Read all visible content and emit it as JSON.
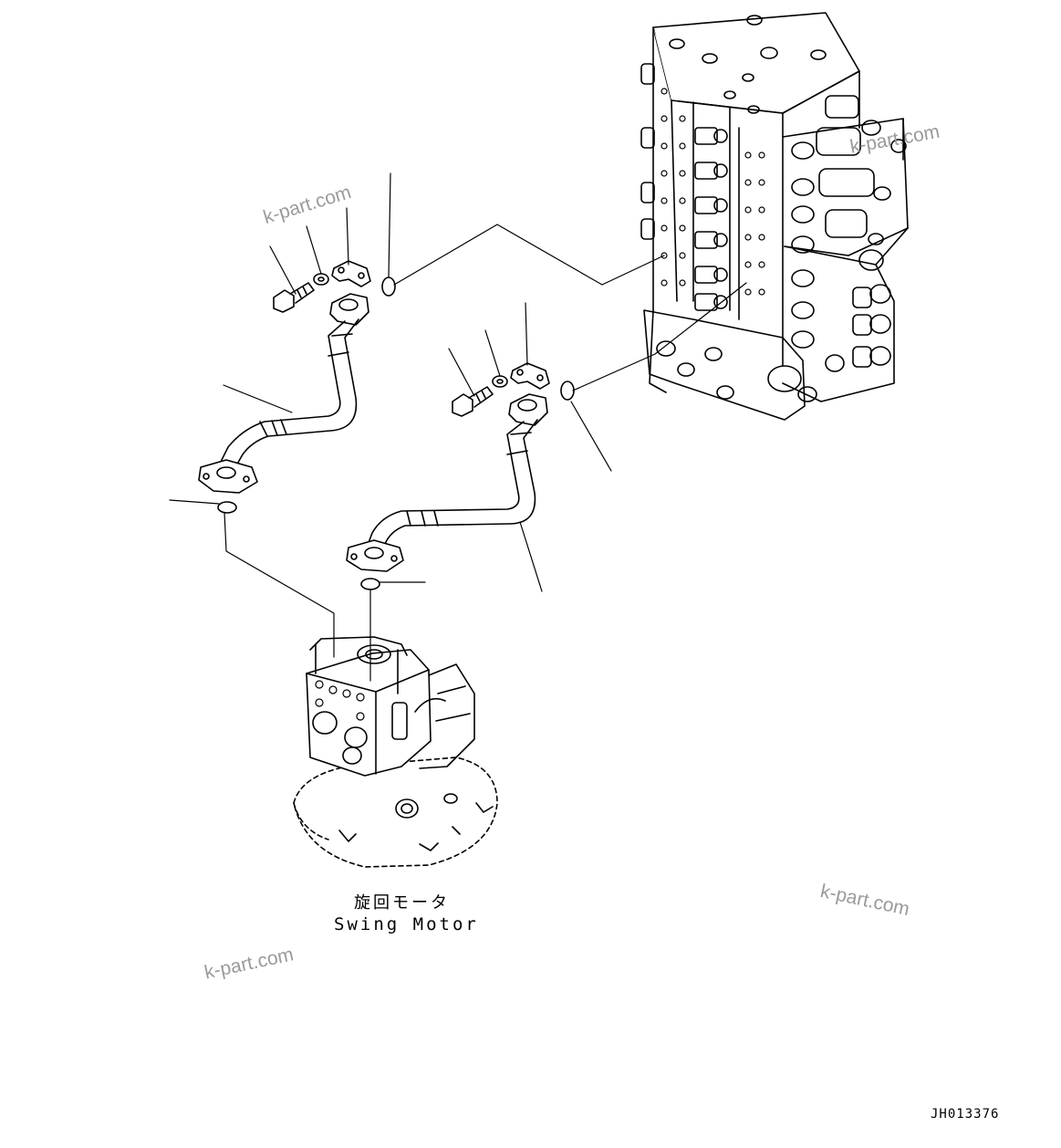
{
  "diagram": {
    "caption_jp": "旋回モータ",
    "caption_en": "Swing Motor",
    "drawing_id": "JH013376",
    "watermark": "k-part.com",
    "line_color": "#000000",
    "watermark_color": "#9a9a9a"
  }
}
